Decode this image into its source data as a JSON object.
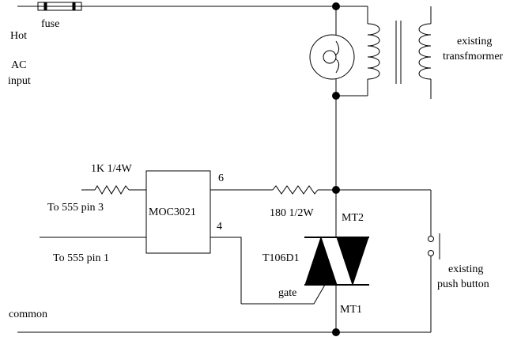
{
  "labels": {
    "fuse": "fuse",
    "hot": "Hot",
    "ac": "AC",
    "input": "input",
    "existing_1": "existing",
    "transformer": "transfmormer",
    "resistor_1k": "1K 1/4W",
    "opto": "MOC3021",
    "pin6": "6",
    "pin4": "4",
    "to555_pin3": "To 555 pin 3",
    "to555_pin1": "To 555 pin 1",
    "resistor_180": "180 1/2W",
    "mt2": "MT2",
    "triac": "T106D1",
    "gate": "gate",
    "mt1": "MT1",
    "common": "common",
    "existing_2": "existing",
    "push_button": "push button"
  }
}
